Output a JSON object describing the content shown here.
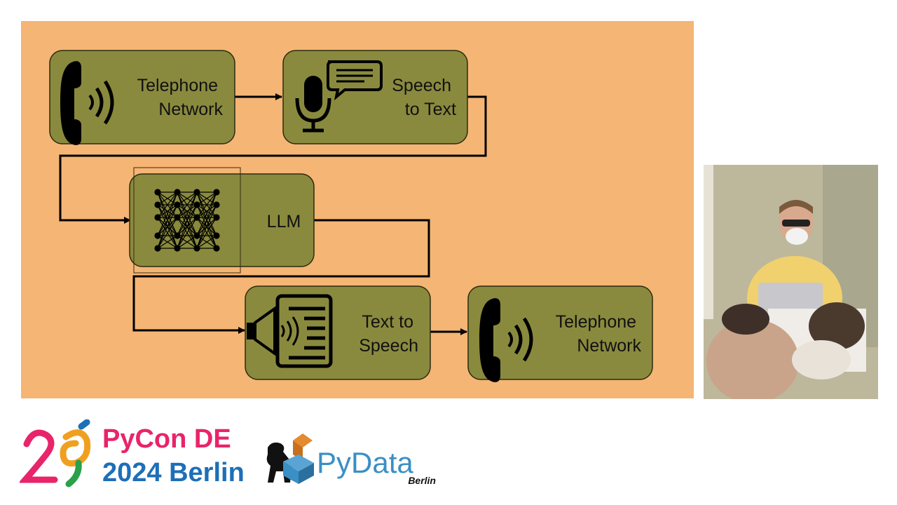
{
  "diagram": {
    "nodes": [
      {
        "id": "telephone-network-1",
        "lines": [
          "Telephone",
          "Network"
        ],
        "icon": "telephone-sound-icon"
      },
      {
        "id": "speech-to-text",
        "lines": [
          "Speech",
          "to Text"
        ],
        "icon": "microphone-speech-bubble-icon"
      },
      {
        "id": "llm",
        "lines": [
          "LLM"
        ],
        "icon": "neural-network-icon"
      },
      {
        "id": "text-to-speech",
        "lines": [
          "Text to",
          "Speech"
        ],
        "icon": "speaker-document-icon"
      },
      {
        "id": "telephone-network-2",
        "lines": [
          "Telephone",
          "Network"
        ],
        "icon": "telephone-sound-icon"
      }
    ],
    "edges": [
      [
        "telephone-network-1",
        "speech-to-text"
      ],
      [
        "speech-to-text",
        "llm"
      ],
      [
        "llm",
        "text-to-speech"
      ],
      [
        "text-to-speech",
        "telephone-network-2"
      ]
    ]
  },
  "logos": {
    "pycon_line1": "PyCon DE",
    "pycon_line2": "2024 Berlin",
    "pydata_name": "PyData",
    "pydata_city": "Berlin"
  },
  "colors": {
    "slide_bg": "#f5b574",
    "box_fill": "#8a8a3e",
    "box_stroke": "#2b2b10",
    "pycon_pink": "#e8246a",
    "pycon_blue": "#1d6fb8",
    "pydata_orange": "#e58a2e",
    "pydata_blue": "#3a8fc4"
  }
}
